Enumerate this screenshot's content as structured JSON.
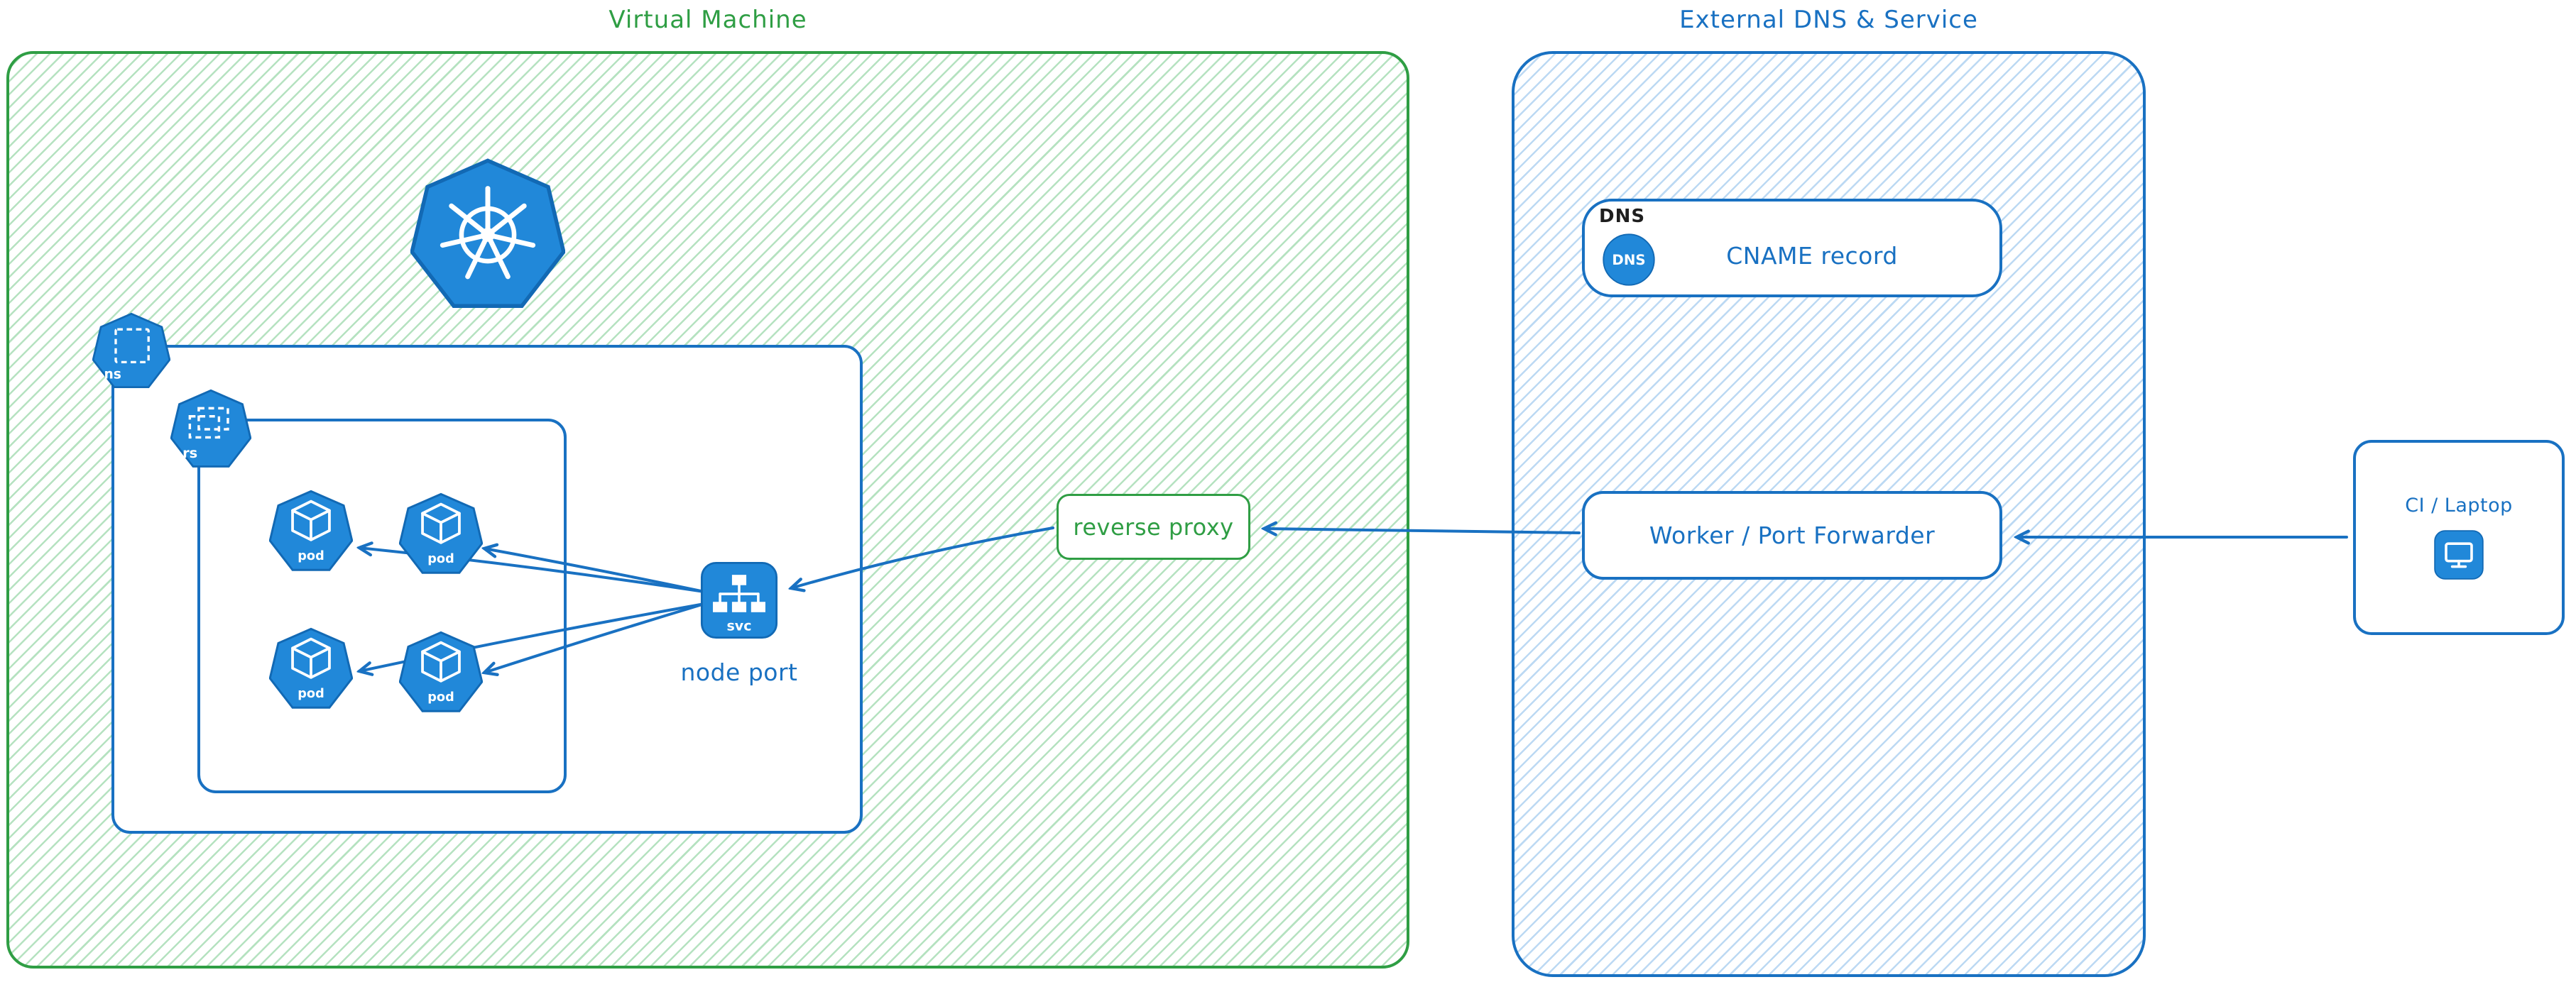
{
  "colors": {
    "green": "#2f9e44",
    "green_hatch": "#b5e2c0",
    "blue": "#1971c2",
    "blue_hatch": "#bcd9f3",
    "icon_blue": "#2188d9",
    "icon_stroke": "#1269b4",
    "text_dark": "#1e1e1e"
  },
  "vm": {
    "title": "Virtual Machine",
    "node_port_label": "node port",
    "ns_label": "ns",
    "rs_label": "rs",
    "svc_label": "svc",
    "pods": [
      {
        "label": "pod"
      },
      {
        "label": "pod"
      },
      {
        "label": "pod"
      },
      {
        "label": "pod"
      }
    ]
  },
  "reverse_proxy": {
    "label": "reverse proxy"
  },
  "external": {
    "title": "External DNS & Service",
    "dns_box": {
      "tag": "DNS",
      "icon_text": "DNS",
      "record": "CNAME record"
    },
    "worker": {
      "label": "Worker / Port Forwarder"
    }
  },
  "ci": {
    "label": "CI / Laptop"
  }
}
